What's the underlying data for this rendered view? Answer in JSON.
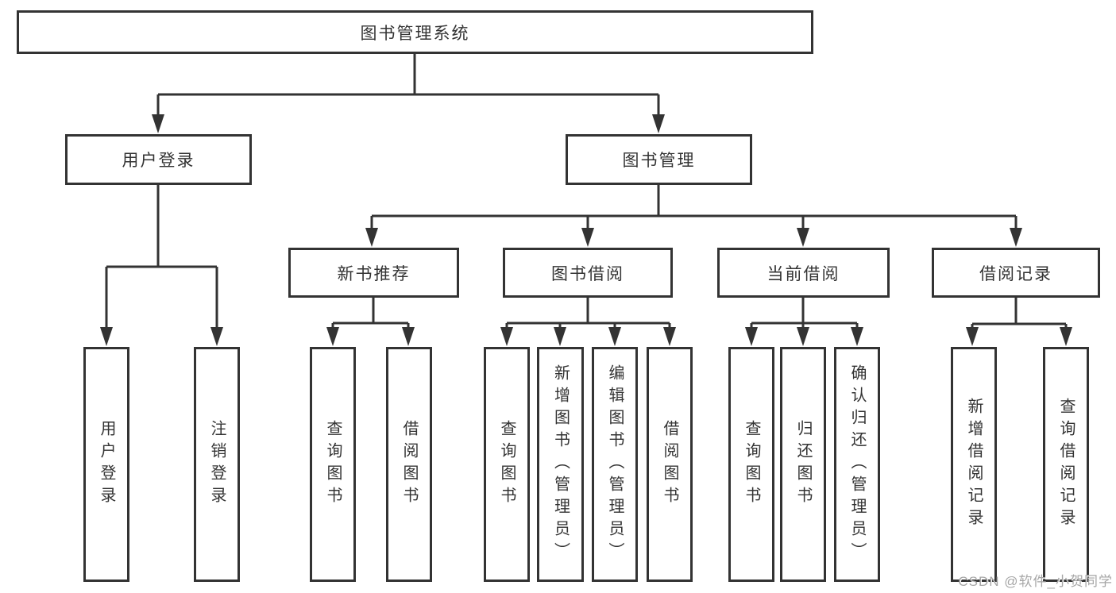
{
  "diagram": {
    "root": "图书管理系统",
    "level2": [
      "用户登录",
      "图书管理"
    ],
    "level3": [
      "新书推荐",
      "图书借阅",
      "当前借阅",
      "借阅记录"
    ],
    "children": {
      "user_login": [
        "用户登录",
        "注销登录"
      ],
      "new_book_recommend": [
        "查询图书",
        "借阅图书"
      ],
      "book_borrow": [
        "查询图书",
        "新增图书（管理员）",
        "编辑图书（管理员）",
        "借阅图书"
      ],
      "current_borrow": [
        "查询图书",
        "归还图书",
        "确认归还（管理员）"
      ],
      "borrow_records": [
        "新增借阅记录",
        "查询借阅记录"
      ]
    }
  },
  "watermark": "CSDN @软件_小贺同学",
  "colors": {
    "line": "#333333",
    "text": "#333333",
    "box_background": "#ffffff",
    "watermark": "#a6a6a6"
  }
}
